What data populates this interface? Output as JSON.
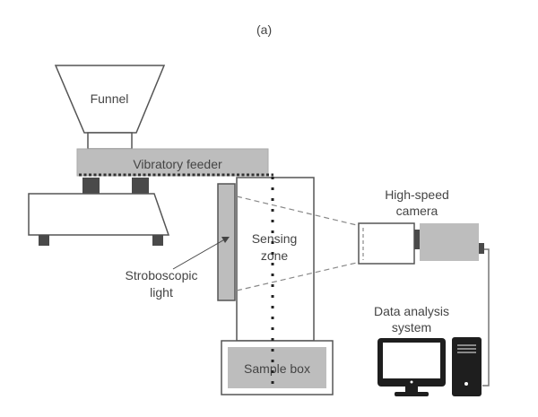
{
  "panel_label": "(a)",
  "labels": {
    "funnel": "Funnel",
    "vibratory_feeder": "Vibratory feeder",
    "sensing_zone_line1": "Sensing",
    "sensing_zone_line2": "zone",
    "stroboscopic_line1": "Stroboscopic",
    "stroboscopic_line2": "light",
    "camera_line1": "High-speed",
    "camera_line2": "camera",
    "data_line1": "Data analysis",
    "data_line2": "system",
    "sample_box": "Sample box"
  },
  "colors": {
    "stroke": "#555555",
    "gray_fill": "#bdbdbd",
    "dark_fill": "#4a4a4a",
    "computer": "#1e1e1e"
  }
}
